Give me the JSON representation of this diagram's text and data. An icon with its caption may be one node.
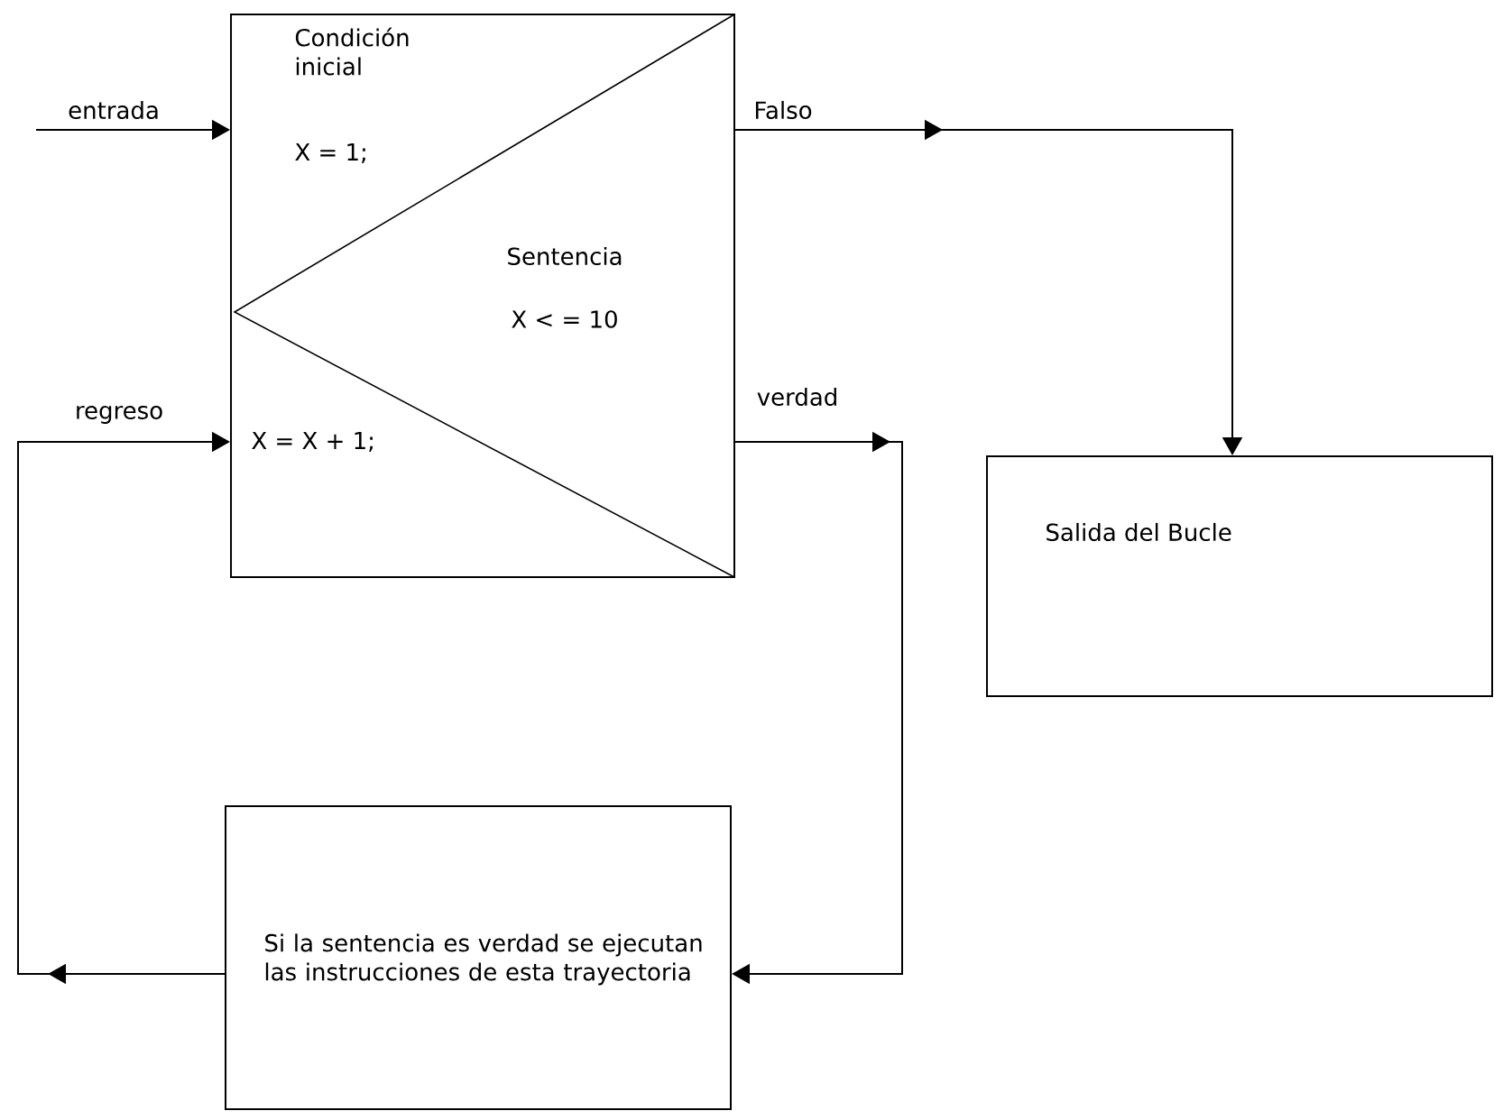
{
  "diagram": {
    "nodes": [
      {
        "text": [
          "Condición inicial",
          "X = 1;",
          "Sentencia",
          "X < = 10",
          "X = X + 1;"
        ]
      },
      {
        "text": [
          "Salida del Bucle"
        ]
      },
      {
        "text": [
          "Si la sentencia es verdad se ejecutan las instrucciones de esta trayectoria"
        ]
      }
    ],
    "edges": [
      {
        "from": null,
        "to": 0,
        "arrow": "to",
        "label": "entrada"
      },
      {
        "from": 0,
        "to": 1,
        "arrow": "to",
        "label": "Falso"
      },
      {
        "from": 0,
        "to": 2,
        "arrow": "to",
        "label": "verdad"
      },
      {
        "from": 2,
        "to": 0,
        "arrow": "to",
        "label": "regreso"
      }
    ]
  }
}
